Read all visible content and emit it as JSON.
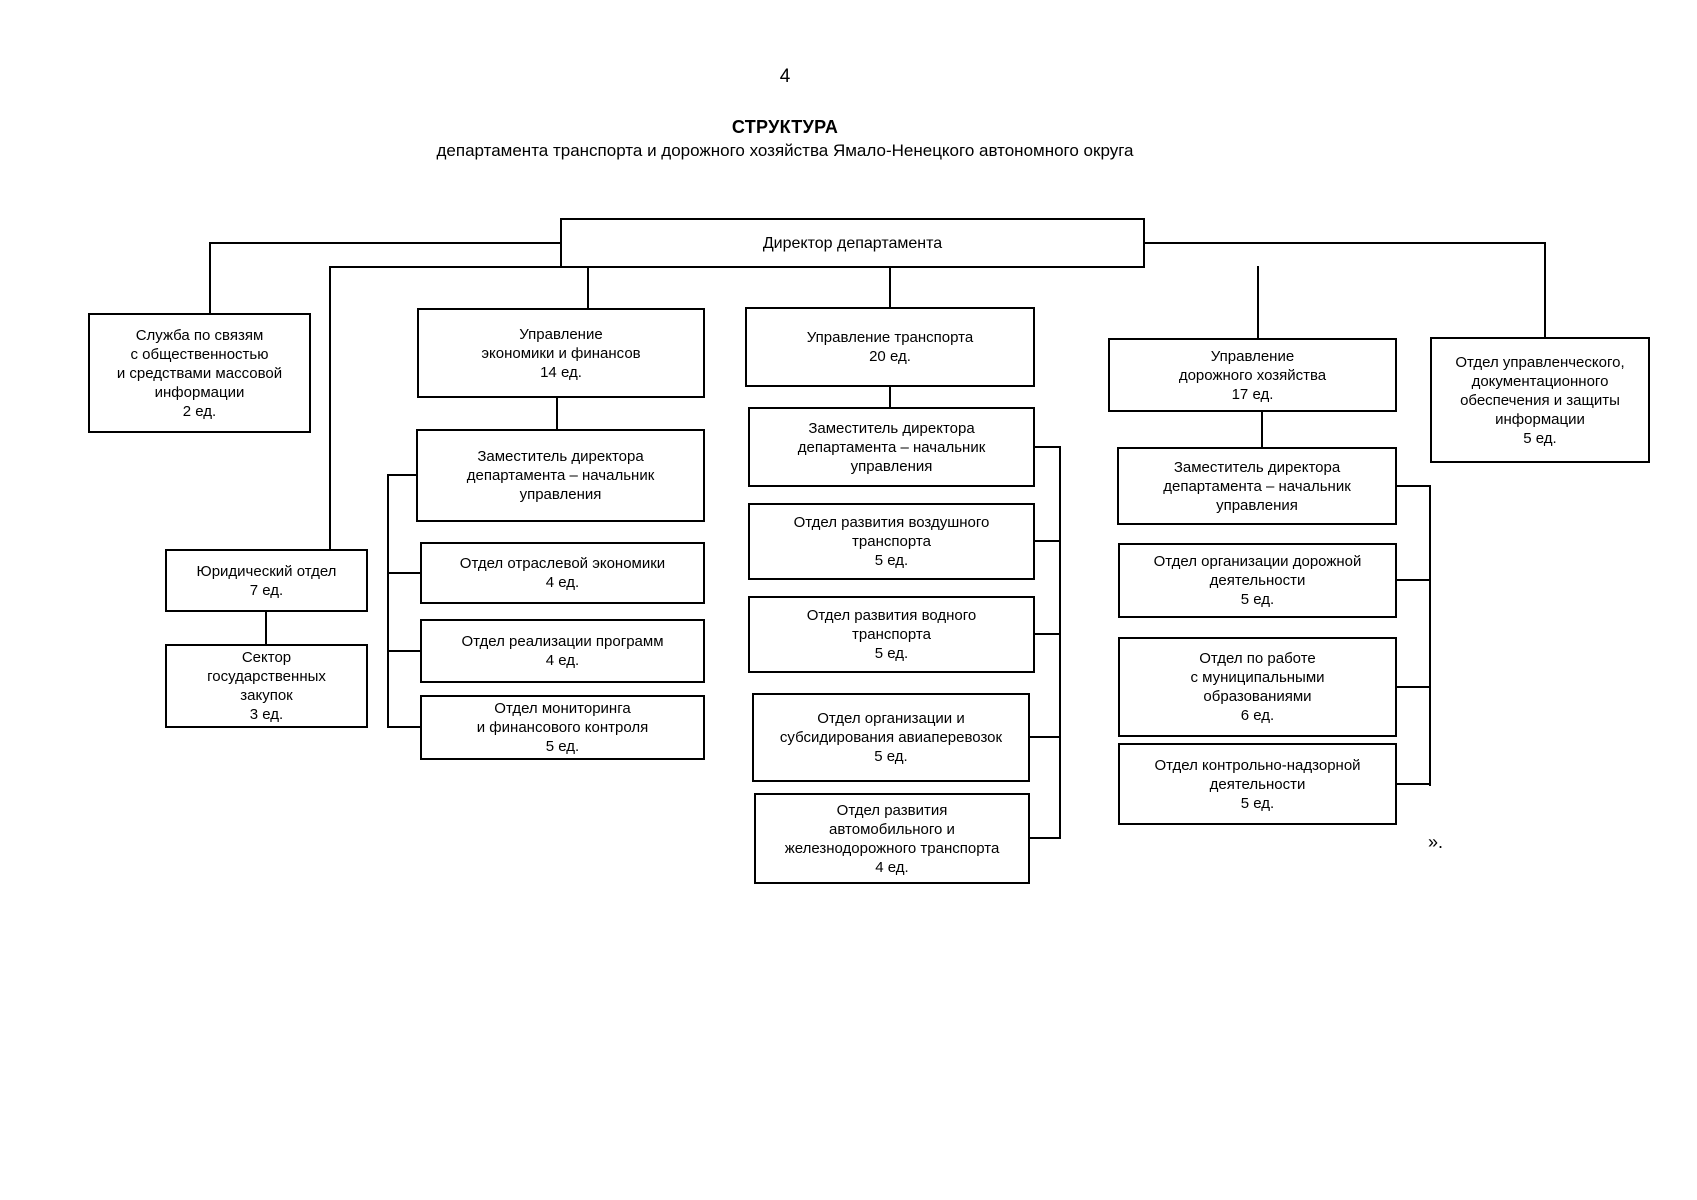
{
  "page": {
    "number": "4"
  },
  "header": {
    "title": "СТРУКТУРА",
    "subtitle": "департамента транспорта и дорожного хозяйства Ямало-Ненецкого автономного округа"
  },
  "nodes": {
    "director": {
      "text": "Директор департамента"
    },
    "pr_service": {
      "text": "Служба по связям\nс общественностью\nи средствами массовой\nинформации\n2 ед."
    },
    "legal": {
      "text": "Юридический отдел\n7 ед."
    },
    "procurement": {
      "text": "Сектор\nгосударственных\nзакупок\n3 ед."
    },
    "econ": {
      "text": "Управление\nэкономики и финансов\n14 ед."
    },
    "econ_deputy": {
      "text": "Заместитель директора\nдепартамента – начальник\nуправления"
    },
    "econ_industry": {
      "text": "Отдел отраслевой экономики\n4 ед."
    },
    "econ_programs": {
      "text": "Отдел реализации программ\n4 ед."
    },
    "econ_monitoring": {
      "text": "Отдел мониторинга\nи финансового контроля\n5 ед."
    },
    "transport": {
      "text": "Управление транспорта\n20 ед."
    },
    "transport_deputy": {
      "text": "Заместитель директора\nдепартамента – начальник\nуправления"
    },
    "air_transport": {
      "text": "Отдел развития воздушного\nтранспорта\n5 ед."
    },
    "water_transport": {
      "text": "Отдел развития водного\nтранспорта\n5 ед."
    },
    "aviation_subsidies": {
      "text": "Отдел организации и\nсубсидирования авиаперевозок\n5 ед."
    },
    "auto_rail": {
      "text": "Отдел развития\nавтомобильного и\nжелезнодорожного транспорта\n4 ед."
    },
    "road": {
      "text": "Управление\nдорожного хозяйства\n17 ед."
    },
    "road_deputy": {
      "text": "Заместитель директора\nдепартамента – начальник\nуправления"
    },
    "road_org": {
      "text": "Отдел организации дорожной\nдеятельности\n5 ед."
    },
    "municipal": {
      "text": "Отдел по работе\nс муниципальными\nобразованиями\n6 ед."
    },
    "control": {
      "text": "Отдел контрольно-надзорной\nдеятельности\n5 ед."
    },
    "doc_office": {
      "text": "Отдел управленческого,\nдокументационного\nобеспечения и защиты\nинформации\n5 ед."
    }
  },
  "footer": {
    "mark": "»."
  },
  "colors": {
    "line": "#000000",
    "background": "#ffffff",
    "text": "#000000"
  }
}
